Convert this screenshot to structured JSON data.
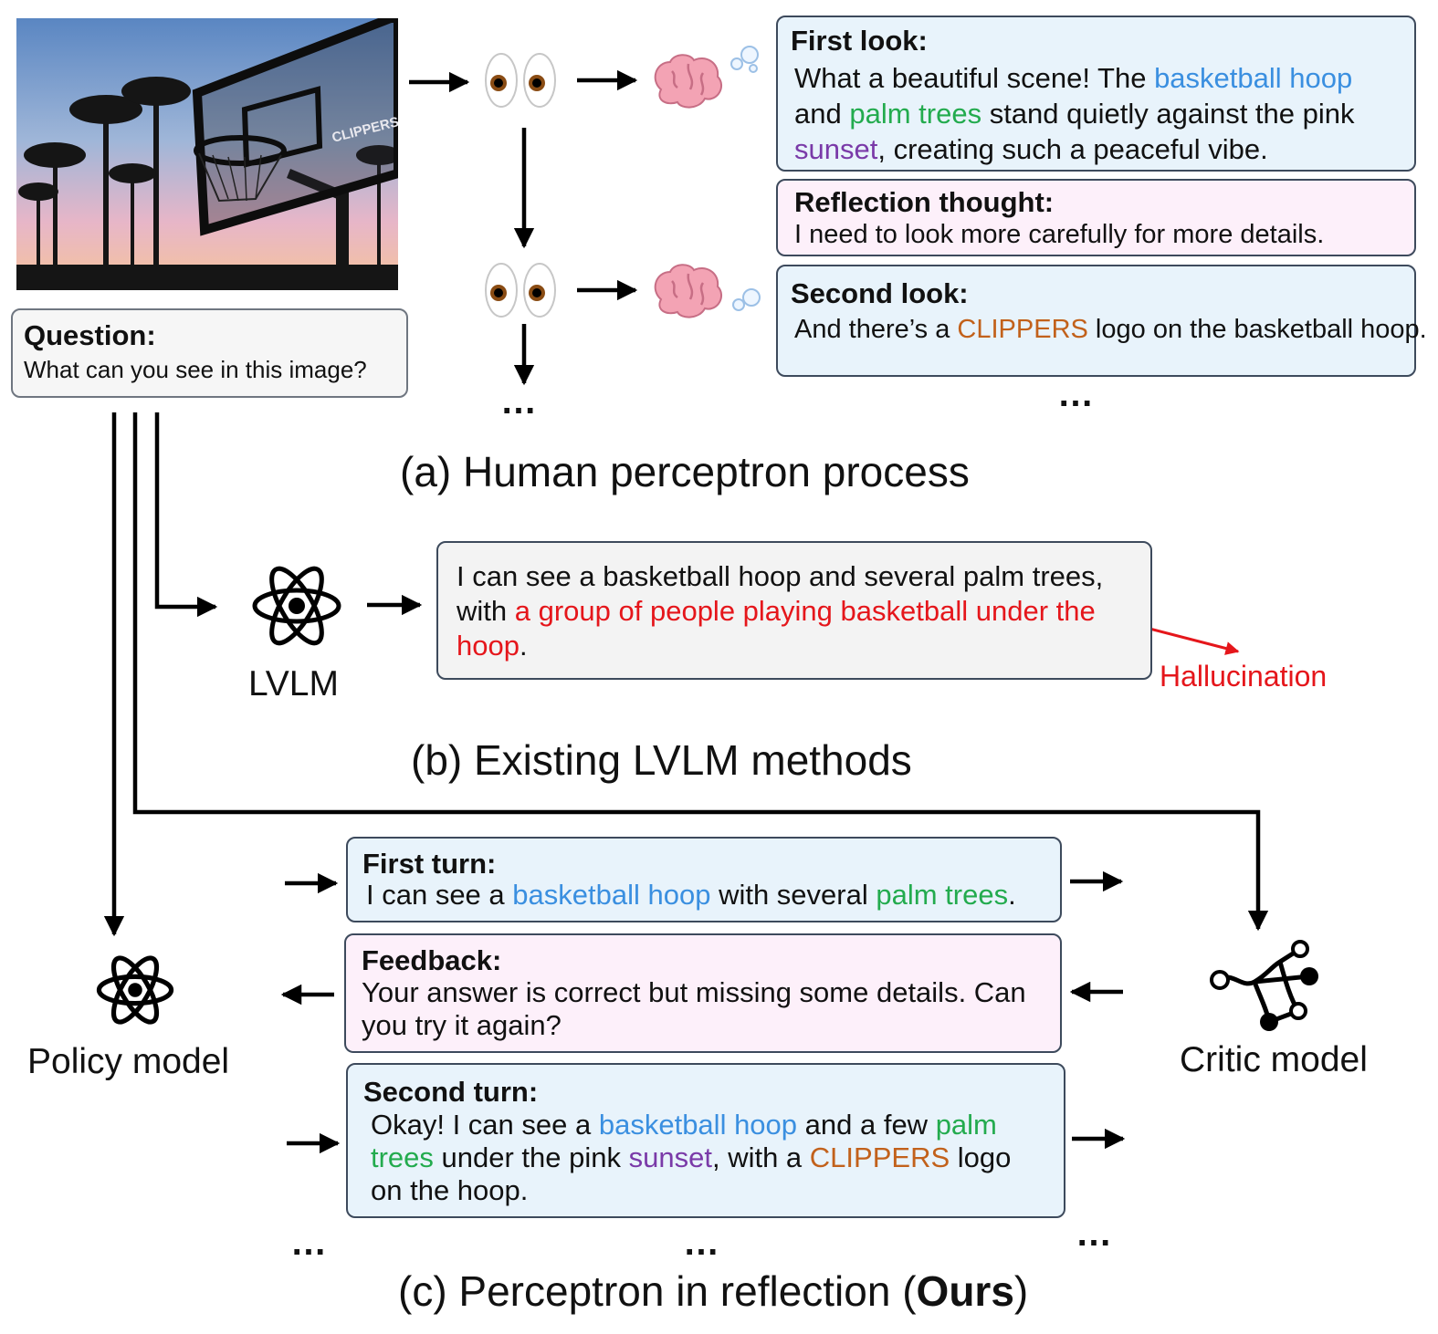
{
  "question": {
    "title": "Question:",
    "text": "What can you see in this image?"
  },
  "photo": {
    "logo_text": "CLIPPERS"
  },
  "human": {
    "first_look": {
      "title": "First look:",
      "parts": [
        "What a beautiful scene! The ",
        "basketball hoop",
        " and ",
        "palm trees",
        " stand quietly against the pink ",
        "sunset",
        ", creating such a peaceful vibe."
      ]
    },
    "reflection": {
      "title": "Reflection thought:",
      "text": "I need to look more carefully for more details."
    },
    "second_look": {
      "title": "Second look:",
      "parts": [
        "And there’s a ",
        "CLIPPERS",
        " logo on the basketball hoop."
      ]
    },
    "ellipsis": "…",
    "caption": "(a) Human perceptron process"
  },
  "lvlm": {
    "label": "LVLM",
    "answer_parts": [
      "I can see a basketball hoop and several palm trees, with ",
      "a group of people playing basketball under the hoop",
      "."
    ],
    "hallucination_label": "Hallucination",
    "caption": "(b) Existing LVLM methods"
  },
  "ours": {
    "policy_label": "Policy model",
    "critic_label": "Critic model",
    "first_turn": {
      "title": "First turn:",
      "parts": [
        "I can see a ",
        "basketball hoop",
        " with several ",
        "palm trees",
        "."
      ]
    },
    "feedback": {
      "title": "Feedback:",
      "text": "Your answer is correct but missing some details. Can you try it again?"
    },
    "second_turn": {
      "title": "Second turn:",
      "parts": [
        "Okay! I can see a ",
        "basketball hoop",
        " and a few ",
        "palm trees",
        " under the pink ",
        "sunset",
        ", with a ",
        "CLIPPERS",
        " logo on the hoop."
      ]
    },
    "ellipsis": "…",
    "caption_prefix": "(c) Perceptron in reflection (",
    "caption_bold": "Ours",
    "caption_suffix": ")"
  },
  "colors": {
    "entity_blue": "#3a8fe0",
    "entity_green": "#23ab4e",
    "entity_purple": "#7a3aa8",
    "entity_orange": "#c2611b",
    "hallucination_red": "#e5161b",
    "look_box_bg": "#e8f3fb",
    "thought_box_bg": "#fdf0fa"
  },
  "icons": [
    "eyes-icon",
    "brain-icon",
    "thought-bubble-icon",
    "atom-icon",
    "critic-network-icon"
  ]
}
